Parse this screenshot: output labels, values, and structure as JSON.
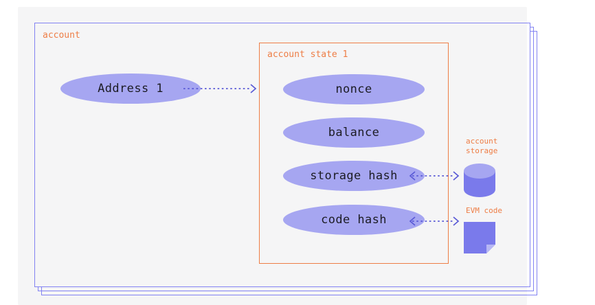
{
  "colors": {
    "background": "#ffffff",
    "panel": "#f5f5f6",
    "card_border": "#8282f2",
    "accent_orange": "#ee7d45",
    "ellipse_fill": "#a6a6f1",
    "ellipse_text": "#1c1c24",
    "icon_purple": "#7a7aeb",
    "icon_purple_light": "#b7b7f4",
    "arrow": "#5a5ad6"
  },
  "diagram": {
    "account_card": {
      "label": "account"
    },
    "address_node": {
      "label": "Address 1"
    },
    "state_box": {
      "label": "account state 1",
      "fields": [
        "nonce",
        "balance",
        "storage hash",
        "code hash"
      ]
    },
    "storage_node": {
      "label": "account storage"
    },
    "evm_node": {
      "label": "EVM code"
    }
  }
}
